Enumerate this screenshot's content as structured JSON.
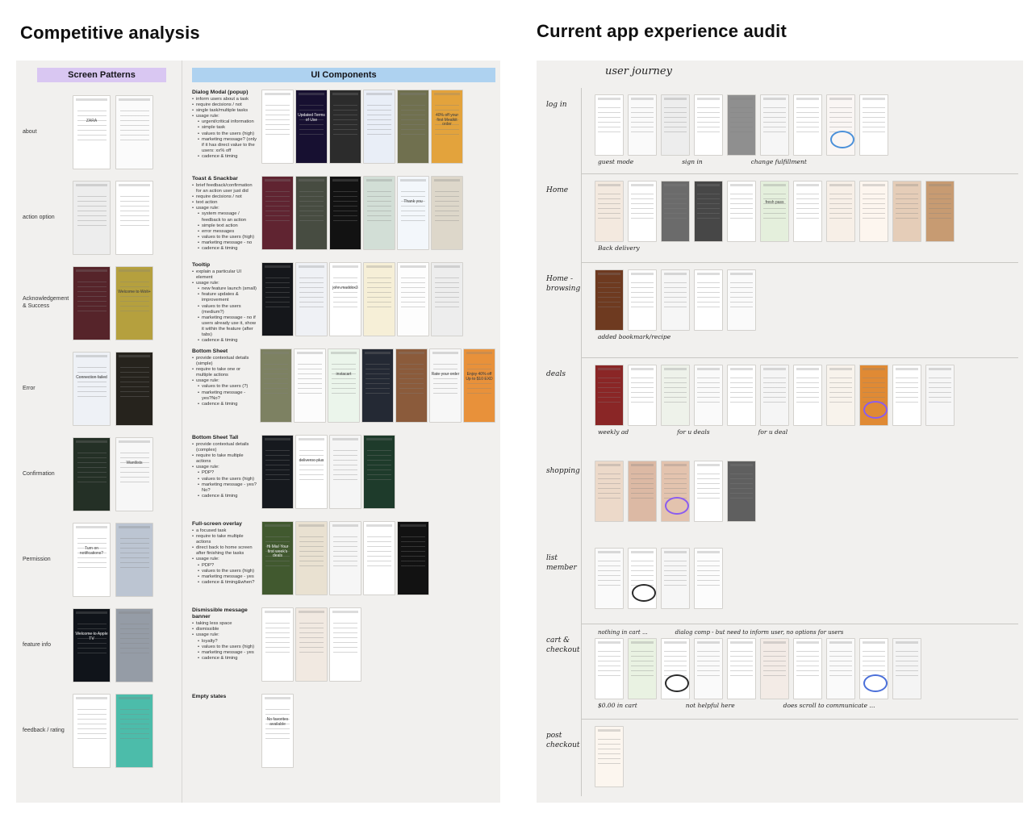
{
  "colors": {
    "board_bg": "#f1f0ee",
    "patterns_header_bg": "#d9c7f2",
    "components_header_bg": "#aed2f0",
    "heart_red": "#d8302a"
  },
  "left_board": {
    "title": "Competitive analysis",
    "screen_patterns": {
      "header": "Screen Patterns",
      "rows": [
        {
          "label": "about",
          "thumbs": [
            {
              "c": "#ffffff",
              "t": "ZARA"
            },
            {
              "c": "#fbfbfb"
            }
          ]
        },
        {
          "label": "action option",
          "thumbs": [
            {
              "c": "#ededed"
            },
            {
              "c": "#ffffff"
            }
          ]
        },
        {
          "label": "Acknowledgement & Success",
          "thumbs": [
            {
              "c": "#56242a"
            },
            {
              "c": "#b5a03e",
              "t": "Welcome to Wolt+"
            }
          ]
        },
        {
          "label": "Error",
          "thumbs": [
            {
              "c": "#eef1f6",
              "t": "Connection failed"
            },
            {
              "c": "#26231d"
            }
          ]
        },
        {
          "label": "Confirmation",
          "thumbs": [
            {
              "c": "#243026"
            },
            {
              "c": "#f7f7f7",
              "t": "Wantlists"
            }
          ]
        },
        {
          "label": "Permission",
          "thumbs": [
            {
              "c": "#ffffff",
              "t": "Turn on notifications?"
            },
            {
              "c": "#bcc5d2"
            }
          ]
        },
        {
          "label": "feature info",
          "thumbs": [
            {
              "c": "#10141a",
              "t": "Welcome to Apple TV"
            },
            {
              "c": "#959ca6"
            }
          ]
        },
        {
          "label": "feedback / rating",
          "thumbs": [
            {
              "c": "#ffffff"
            },
            {
              "c": "#4cbcaa"
            }
          ]
        }
      ]
    },
    "ui_components": {
      "header": "UI Components",
      "sections": [
        {
          "title": "Dialog Modal (popup)",
          "bullets": [
            {
              "level": 0,
              "text": "inform users about a task"
            },
            {
              "level": 0,
              "text": "require decisions / not"
            },
            {
              "level": 0,
              "text": "single task/multiple tasks"
            },
            {
              "level": 0,
              "text": "usage rule:"
            },
            {
              "level": 1,
              "text": "urgent/critical information"
            },
            {
              "level": 1,
              "text": "simple task"
            },
            {
              "level": 1,
              "text": "values to the users (high)"
            },
            {
              "level": 1,
              "text": "marketing message? (only if it has direct value to the users: xx% off"
            },
            {
              "level": 1,
              "text": "cadence & timing"
            }
          ],
          "thumbs": [
            {
              "c": "#ffffff"
            },
            {
              "c": "#171031",
              "t": "Updated Terms of Use"
            },
            {
              "c": "#2c2c2c"
            },
            {
              "c": "#e9eef7"
            },
            {
              "c": "#70704f"
            },
            {
              "c": "#e3a33c",
              "t": "40% off your first Mealkit order"
            }
          ]
        },
        {
          "title": "Toast & Snackbar",
          "bullets": [
            {
              "level": 0,
              "text": "brief feedback/confirmation for an action user just did"
            },
            {
              "level": 0,
              "text": "require decisions / not"
            },
            {
              "level": 0,
              "text": "text action"
            },
            {
              "level": 0,
              "text": "usage rule:"
            },
            {
              "level": 1,
              "text": "system message / feedback to an action"
            },
            {
              "level": 1,
              "text": "simple text action"
            },
            {
              "level": 1,
              "text": "error messages"
            },
            {
              "level": 1,
              "text": "values to the users (high)"
            },
            {
              "level": 1,
              "text": "marketing message - no"
            },
            {
              "level": 1,
              "text": "cadence & timing"
            }
          ],
          "thumbs": [
            {
              "c": "#602431"
            },
            {
              "c": "#474c41"
            },
            {
              "c": "#121212"
            },
            {
              "c": "#d2ded6"
            },
            {
              "c": "#f3f7fb",
              "t": "Thank you"
            },
            {
              "c": "#ddd7ca"
            }
          ]
        },
        {
          "title": "Tooltip",
          "bullets": [
            {
              "level": 0,
              "text": "explain a particular UI element"
            },
            {
              "level": 0,
              "text": "usage rule:"
            },
            {
              "level": 1,
              "text": "new feature launch (small)"
            },
            {
              "level": 1,
              "text": "feature updates & improvement"
            },
            {
              "level": 1,
              "text": "values to the users (medium?)"
            },
            {
              "level": 1,
              "text": "marketing message - no if users already use it, show it within the feature (after tabs)"
            },
            {
              "level": 1,
              "text": "cadence & timing"
            }
          ],
          "thumbs": [
            {
              "c": "#15171b"
            },
            {
              "c": "#eff1f5"
            },
            {
              "c": "#ffffff",
              "t": "john.maddox3"
            },
            {
              "c": "#f6efd7"
            },
            {
              "c": "#fdfdfd"
            },
            {
              "c": "#ededed"
            }
          ]
        },
        {
          "title": "Bottom Sheet",
          "bullets": [
            {
              "level": 0,
              "text": "provide contextual details (simple)"
            },
            {
              "level": 0,
              "text": "require to take one or multiple actions"
            },
            {
              "level": 0,
              "text": "usage rule:"
            },
            {
              "level": 1,
              "text": "values to the users (?)"
            },
            {
              "level": 1,
              "text": "marketing message - yes?No?"
            },
            {
              "level": 1,
              "text": "cadence & timing"
            }
          ],
          "thumbs": [
            {
              "c": "#7d8162"
            },
            {
              "c": "#fcfcfc"
            },
            {
              "c": "#ebf5eb",
              "t": "instacart"
            },
            {
              "c": "#242934"
            },
            {
              "c": "#8b5b3b"
            },
            {
              "c": "#f7f7f7",
              "t": "Rate your order"
            },
            {
              "c": "#e8913a",
              "t": "Enjoy 40% off Up to $10 EXD"
            }
          ]
        },
        {
          "title": "Bottom Sheet Tall",
          "bullets": [
            {
              "level": 0,
              "text": "provide contextual details (complex)"
            },
            {
              "level": 0,
              "text": "require to take multiple actions"
            },
            {
              "level": 0,
              "text": "usage rule:"
            },
            {
              "level": 1,
              "text": "PDP?"
            },
            {
              "level": 1,
              "text": "values to the users (high)"
            },
            {
              "level": 1,
              "text": "marketing message - yes?No?"
            },
            {
              "level": 1,
              "text": "cadence & timing"
            }
          ],
          "thumbs": [
            {
              "c": "#16191e"
            },
            {
              "c": "#ffffff",
              "t": "deliveroo plus"
            },
            {
              "c": "#f5f5f5"
            },
            {
              "c": "#1e3b2b"
            }
          ]
        },
        {
          "title": "Full-screen overlay",
          "bullets": [
            {
              "level": 0,
              "text": "a focused task"
            },
            {
              "level": 0,
              "text": "require to take multiple actions"
            },
            {
              "level": 0,
              "text": "direct back to home screen after finishing the tasks"
            },
            {
              "level": 0,
              "text": "usage rule:"
            },
            {
              "level": 1,
              "text": "PDP?"
            },
            {
              "level": 1,
              "text": "values to the users (high)"
            },
            {
              "level": 1,
              "text": "marketing message - yes"
            },
            {
              "level": 1,
              "text": "cadence & timing&when?"
            }
          ],
          "thumbs": [
            {
              "c": "#41592f",
              "t": "Hi Mia! Your first week's deals"
            },
            {
              "c": "#e9e1d1"
            },
            {
              "c": "#f6f6f6"
            },
            {
              "c": "#ffffff"
            },
            {
              "c": "#121212"
            }
          ]
        },
        {
          "title": "Dismissible message banner",
          "icon": "❤",
          "bullets": [
            {
              "level": 0,
              "text": "taking less space"
            },
            {
              "level": 0,
              "text": "dismissible"
            },
            {
              "level": 0,
              "text": "usage rule:"
            },
            {
              "level": 1,
              "text": "loyalty?"
            },
            {
              "level": 1,
              "text": "values to the users (high)"
            },
            {
              "level": 1,
              "text": "marketing message - yes"
            },
            {
              "level": 1,
              "text": "cadence & timing"
            }
          ],
          "thumbs": [
            {
              "c": "#ffffff"
            },
            {
              "c": "#f1e9e1"
            },
            {
              "c": "#ffffff"
            }
          ]
        },
        {
          "title": "Empty states",
          "bullets": [],
          "thumbs": [
            {
              "c": "#ffffff",
              "t": "No favorites available"
            }
          ]
        }
      ]
    }
  },
  "right_board": {
    "title": "Current app experience audit",
    "journey_label": "user journey",
    "rows": [
      {
        "label": "log in",
        "thumbs": [
          {
            "c": "#ffffff"
          },
          {
            "c": "#fafafa"
          },
          {
            "c": "#ededed"
          },
          {
            "c": "#ffffff"
          },
          {
            "c": "#8f8f8f"
          },
          {
            "c": "#f6f6f6"
          },
          {
            "c": "#ffffff"
          },
          {
            "c": "#faf6f4"
          },
          {
            "c": "#ffffff"
          }
        ],
        "captions": [
          "guest mode",
          "sign in",
          "change fulfillment"
        ],
        "notes": [],
        "circled": {
          "7": "#4a90d9"
        }
      },
      {
        "label": "Home",
        "thumbs": [
          {
            "c": "#f3e9df"
          },
          {
            "c": "#ffffff"
          },
          {
            "c": "#6b6b6b"
          },
          {
            "c": "#474747"
          },
          {
            "c": "#ffffff"
          },
          {
            "c": "#e4efdc",
            "t": "fresh pass"
          },
          {
            "c": "#ffffff"
          },
          {
            "c": "#f7efe7"
          },
          {
            "c": "#fdf6ef"
          },
          {
            "c": "#e5cdb8"
          },
          {
            "c": "#c79b72"
          }
        ],
        "captions": [
          "Back delivery"
        ],
        "notes": [],
        "circled": {}
      },
      {
        "label": "Home - browsing",
        "thumbs": [
          {
            "c": "#6e3a20"
          },
          {
            "c": "#ffffff"
          },
          {
            "c": "#f6f6f6"
          },
          {
            "c": "#ffffff"
          },
          {
            "c": "#fafafa"
          }
        ],
        "captions": [
          "added bookmark/recipe"
        ],
        "notes": [],
        "circled": {}
      },
      {
        "label": "deals",
        "thumbs": [
          {
            "c": "#8a2626"
          },
          {
            "c": "#ffffff"
          },
          {
            "c": "#eef2ea"
          },
          {
            "c": "#fafafa"
          },
          {
            "c": "#ffffff"
          },
          {
            "c": "#f5f5f5"
          },
          {
            "c": "#ffffff"
          },
          {
            "c": "#f8f3ec"
          },
          {
            "c": "#e08a34"
          },
          {
            "c": "#ffffff"
          },
          {
            "c": "#f6f6f6"
          }
        ],
        "captions": [
          "weekly ad",
          "for u deals",
          "for u deal"
        ],
        "notes": [],
        "circled": {
          "8": "#8a5cf0"
        }
      },
      {
        "label": "shopping",
        "thumbs": [
          {
            "c": "#ecd9c9"
          },
          {
            "c": "#dcb9a4"
          },
          {
            "c": "#e3c3ae"
          },
          {
            "c": "#ffffff"
          },
          {
            "c": "#5f5f5f"
          }
        ],
        "captions": [],
        "notes": [],
        "circled": {
          "2": "#8a5cf0"
        }
      },
      {
        "label": "list member",
        "thumbs": [
          {
            "c": "#fafafa"
          },
          {
            "c": "#ffffff"
          },
          {
            "c": "#f6f6f6"
          },
          {
            "c": "#fcfcfc"
          }
        ],
        "captions": [],
        "notes": [],
        "circled": {
          "1": "#2a2a2a"
        }
      },
      {
        "label": "cart & checkout",
        "thumbs": [
          {
            "c": "#ffffff"
          },
          {
            "c": "#e9f2e2"
          },
          {
            "c": "#ffffff"
          },
          {
            "c": "#fafafa"
          },
          {
            "c": "#ffffff"
          },
          {
            "c": "#f3ebe6"
          },
          {
            "c": "#ffffff"
          },
          {
            "c": "#fafafa"
          },
          {
            "c": "#ffffff"
          },
          {
            "c": "#f4f4f4"
          }
        ],
        "captions": [
          "$0.00 in cart",
          "not helpful here",
          "does scroll to communicate ..."
        ],
        "notes": [
          "nothing in cart ...",
          "dialog comp - but need to inform user, no options for users"
        ],
        "circled": {
          "2": "#2a2a2a",
          "8": "#4a6fd9"
        }
      },
      {
        "label": "post checkout",
        "thumbs": [
          {
            "c": "#fcf6ef"
          }
        ],
        "captions": [],
        "notes": [],
        "circled": {}
      }
    ]
  }
}
